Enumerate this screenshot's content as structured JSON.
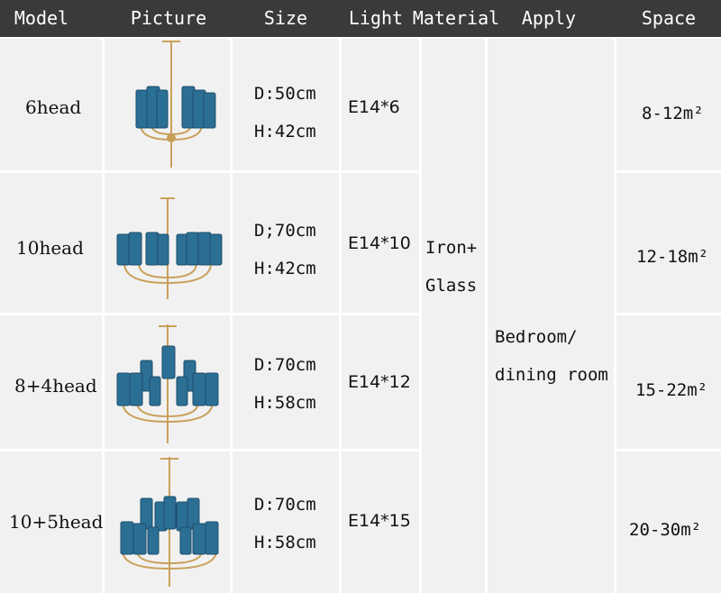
{
  "header": {
    "model": "Model",
    "picture": "Picture",
    "size": "Size",
    "light": "Light",
    "material": "Material",
    "apply": "Apply",
    "space": "Space"
  },
  "rows": [
    {
      "model": "6head",
      "picture": "chandelier-6-head-icon",
      "diameter": "D:50cm",
      "height": "H:42cm",
      "light": "E14*6",
      "space": "8-12m²"
    },
    {
      "model": "10head",
      "picture": "chandelier-10-head-icon",
      "diameter": "D;70cm",
      "height": "H:42cm",
      "light": "E14*10",
      "space": "12-18m²"
    },
    {
      "model": "8+4head",
      "picture": "chandelier-8-4-head-icon",
      "diameter": "D:70cm",
      "height": "H:58cm",
      "light": "E14*12",
      "space": "15-22m²"
    },
    {
      "model": "10+5head",
      "picture": "chandelier-10-5-head-icon",
      "diameter": "D:70cm",
      "height": "H:58cm",
      "light": "E14*15",
      "space": "20-30m²"
    }
  ],
  "material": {
    "line1": "Iron+",
    "line2": "Glass"
  },
  "apply": {
    "line1": "Bedroom/",
    "line2": "dining room"
  },
  "colors": {
    "header_bg": "#3a3a3a",
    "cell_bg": "#f1f1f1",
    "glass_blue": "#2c6f95",
    "brass": "#c9a05a"
  }
}
